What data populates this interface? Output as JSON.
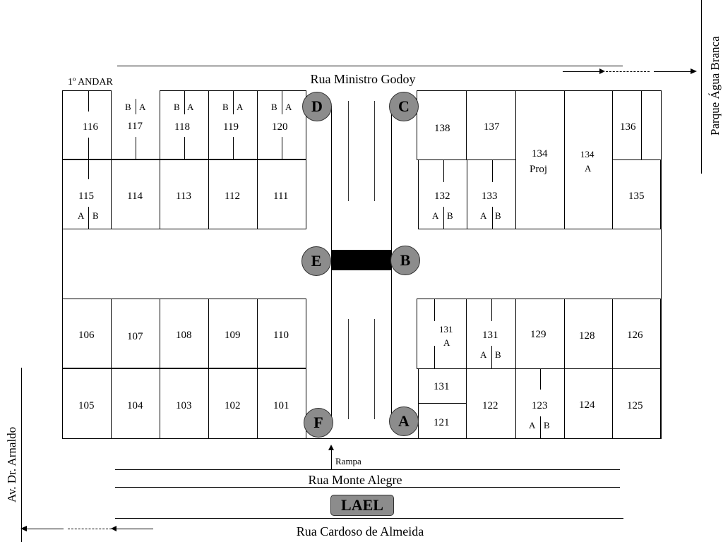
{
  "floor_label": "1º ANDAR",
  "streets": {
    "top": "Rua Ministro Godoy",
    "bottom1": "Rua Monte Alegre",
    "bottom2": "Rua Cardoso de Almeida",
    "left": "Av. Dr. Arnaldo",
    "right": "Parque Água Branca"
  },
  "ramp": "Rampa",
  "lael": "LAEL",
  "nodes": {
    "a": "A",
    "b": "B",
    "c": "C",
    "d": "D",
    "e": "E",
    "f": "F"
  },
  "rooms": {
    "r116": "116",
    "r117": "117",
    "r118": "118",
    "r119": "119",
    "r120": "120",
    "r115": "115",
    "r114": "114",
    "r113": "113",
    "r112": "112",
    "r111": "111",
    "r138": "138",
    "r137": "137",
    "r134p": "134",
    "r134p_sub": "Proj",
    "r134a": "134",
    "r134a_sub": "A",
    "r136": "136",
    "r132": "132",
    "r133": "133",
    "r135": "135",
    "r106": "106",
    "r107": "107",
    "r108": "108",
    "r109": "109",
    "r110": "110",
    "r105": "105",
    "r104": "104",
    "r103": "103",
    "r102": "102",
    "r101": "101",
    "r131a": "131",
    "r131a_sub": "A",
    "r131b": "131",
    "r129": "129",
    "r128": "128",
    "r126": "126",
    "r131c": "131",
    "r121": "121",
    "r122": "122",
    "r123": "123",
    "r124": "124",
    "r125": "125"
  },
  "sub": {
    "a": "A",
    "b": "B"
  }
}
